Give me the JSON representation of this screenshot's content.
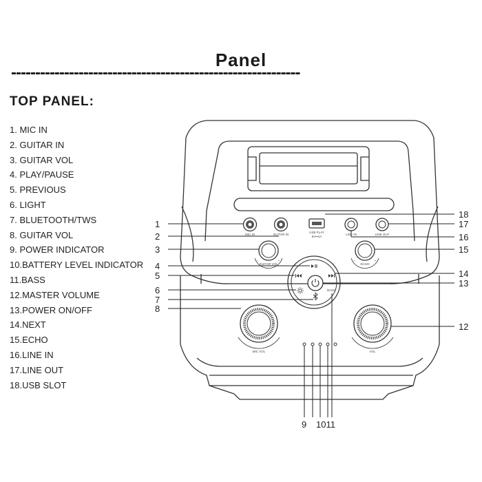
{
  "title": "Panel",
  "divider": "------------------------------------------------------------",
  "section_title": "TOP PANEL:",
  "legend": [
    "1. MIC IN",
    "2. GUITAR IN",
    "3. GUITAR VOL",
    "4. PLAY/PAUSE",
    "5. PREVIOUS",
    "6. LIGHT",
    "7. BLUETOOTH/TWS",
    "8. GUITAR VOL",
    "9. POWER INDICATOR",
    "10.BATTERY LEVEL INDICATOR",
    "11.BASS",
    "12.MASTER VOLUME",
    "13.POWER ON/OFF",
    "14.NEXT",
    "15.ECHO",
    "16.LINE IN",
    "17.LINE OUT",
    "18.USB SLOT"
  ],
  "callouts": {
    "c1": "1",
    "c2": "2",
    "c3": "3",
    "c4": "4",
    "c5": "5",
    "c6": "6",
    "c7": "7",
    "c8": "8",
    "c9": "9",
    "c1011": "1011",
    "c12": "12",
    "c13": "13",
    "c14": "14",
    "c15": "15",
    "c16": "16",
    "c17": "17",
    "c18": "18"
  },
  "panel_labels": {
    "mic_in": "MIC IN",
    "guitar_in": "GUITAR IN",
    "usb_play": "USB PLAY",
    "usb_rating": "5V⎓1A",
    "line_in": "LINE IN",
    "line_out": "LINE OUT",
    "guitar_vol": "GUITAR VOL",
    "echo": "ECHO",
    "bass": "BASS",
    "mic_vol": "MIC VOL",
    "vol": "VOL",
    "minus": "−",
    "plus": "+"
  },
  "icons": [
    "power-icon",
    "play-pause-icon",
    "previous-icon",
    "next-icon",
    "light-icon",
    "bluetooth-icon"
  ]
}
